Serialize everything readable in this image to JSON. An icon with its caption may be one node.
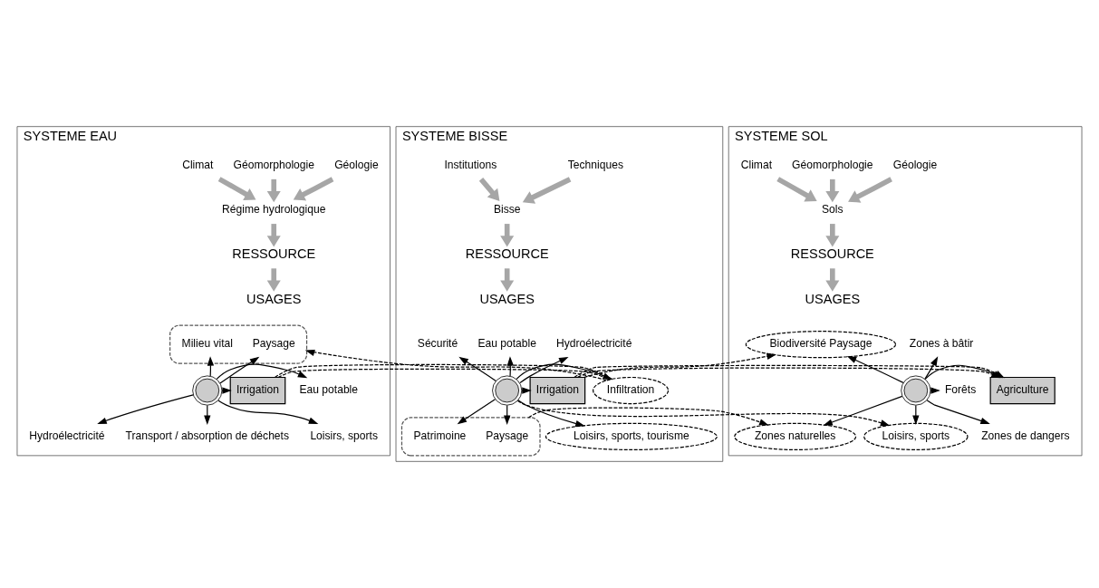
{
  "diagram": {
    "nodes": [
      {
        "text": [
          "SYSTEME EAU"
        ]
      },
      {
        "text": [
          "Climat"
        ],
        "in": 0
      },
      {
        "text": [
          "Géomorphologie"
        ],
        "in": 0
      },
      {
        "text": [
          "Géologie"
        ],
        "in": 0
      },
      {
        "text": [
          "Régime hydrologique"
        ],
        "in": 0
      },
      {
        "text": [
          "RESSOURCE"
        ],
        "in": 0
      },
      {
        "text": [
          "USAGES"
        ],
        "in": 0
      },
      {
        "text": [],
        "shape": "ellipse",
        "in": 0
      },
      {
        "text": [
          "Paysage"
        ],
        "in": 7
      },
      {
        "text": [
          "Milieu vital"
        ],
        "in": 7
      },
      {
        "text": [],
        "shape": "circle",
        "in": 0
      },
      {
        "text": [
          "Eau potable"
        ],
        "in": 0
      },
      {
        "text": [
          "Irrigation"
        ],
        "in": 0
      },
      {
        "text": [
          "Hydroélectricité"
        ],
        "in": 0
      },
      {
        "text": [
          "Transport / absorption de déchets"
        ],
        "in": 0
      },
      {
        "text": [
          "Loisirs, sports"
        ],
        "in": 0
      },
      {
        "text": [
          "SYSTEME BISSE"
        ]
      },
      {
        "text": [
          "Institutions"
        ],
        "in": 16
      },
      {
        "text": [
          "Techniques"
        ],
        "in": 16
      },
      {
        "text": [
          "Bisse"
        ],
        "in": 16
      },
      {
        "text": [
          "RESSOURCE"
        ],
        "in": 16
      },
      {
        "text": [
          "USAGES"
        ],
        "in": 16
      },
      {
        "text": [
          "Sécurité"
        ],
        "in": 16
      },
      {
        "text": [
          "Eau potable"
        ],
        "in": 16
      },
      {
        "text": [
          "Hydroélectricité"
        ],
        "in": 16
      },
      {
        "text": [],
        "shape": "circle",
        "in": 16
      },
      {
        "text": [
          "Infiltration"
        ],
        "in": 16
      },
      {
        "text": [
          "Irrigation"
        ],
        "in": 16
      },
      {
        "text": [],
        "shape": "ellipse",
        "in": 16
      },
      {
        "text": [
          "Paysage"
        ],
        "in": 28
      },
      {
        "text": [
          "Patrimoine"
        ],
        "in": 28
      },
      {
        "text": [
          "Loisirs, sports, tourisme"
        ],
        "in": 16
      },
      {
        "text": [
          "SYSTEME SOL"
        ]
      },
      {
        "text": [
          "Climat"
        ],
        "in": 32
      },
      {
        "text": [
          "Géomorphologie"
        ],
        "in": 32
      },
      {
        "text": [
          "Géologie"
        ],
        "in": 32
      },
      {
        "text": [
          "Sols"
        ],
        "in": 32
      },
      {
        "text": [
          "RESSOURCE"
        ],
        "in": 32
      },
      {
        "text": [
          "USAGES"
        ],
        "in": 32
      },
      {
        "text": [
          "Biodiversité Paysage"
        ],
        "in": 32
      },
      {
        "text": [
          "Zones à bâtir"
        ],
        "in": 32
      },
      {
        "text": [],
        "shape": "circle",
        "in": 32
      },
      {
        "text": [
          "Agriculture"
        ],
        "in": 32
      },
      {
        "text": [
          "Forêts"
        ],
        "in": 32
      },
      {
        "text": [
          "Zones naturelles"
        ],
        "in": 32
      },
      {
        "text": [
          "Loisirs, sports"
        ],
        "in": 32
      },
      {
        "text": [
          "Zones de dangers"
        ],
        "in": 32
      }
    ],
    "edges": [
      {
        "from": 1,
        "to": 4,
        "arrow": "to",
        "style": "thick",
        "color": "#a6a6a6"
      },
      {
        "from": 2,
        "to": 4,
        "arrow": "to",
        "style": "thick",
        "color": "#a6a6a6"
      },
      {
        "from": 3,
        "to": 4,
        "arrow": "to",
        "style": "thick",
        "color": "#a6a6a6"
      },
      {
        "from": 4,
        "to": 5,
        "arrow": "to",
        "style": "thick",
        "color": "#a6a6a6"
      },
      {
        "from": 5,
        "to": 6,
        "arrow": "to",
        "style": "thick",
        "color": "#a6a6a6"
      },
      {
        "from": 10,
        "to": 8,
        "arrow": "to"
      },
      {
        "from": 10,
        "to": 9,
        "arrow": "to"
      },
      {
        "from": 10,
        "to": 11,
        "arrow": "to"
      },
      {
        "from": 10,
        "to": 12,
        "arrow": "to"
      },
      {
        "from": 10,
        "to": 13,
        "arrow": "to"
      },
      {
        "from": 10,
        "to": 14,
        "arrow": "to"
      },
      {
        "from": 10,
        "to": 15,
        "arrow": "to"
      },
      {
        "from": 17,
        "to": 19,
        "arrow": "to",
        "style": "thick",
        "color": "#a6a6a6"
      },
      {
        "from": 18,
        "to": 19,
        "arrow": "to",
        "style": "thick",
        "color": "#a6a6a6"
      },
      {
        "from": 19,
        "to": 20,
        "arrow": "to",
        "style": "thick",
        "color": "#a6a6a6"
      },
      {
        "from": 20,
        "to": 21,
        "arrow": "to",
        "style": "thick",
        "color": "#a6a6a6"
      },
      {
        "from": 25,
        "to": 22,
        "arrow": "to"
      },
      {
        "from": 25,
        "to": 23,
        "arrow": "to"
      },
      {
        "from": 25,
        "to": 24,
        "arrow": "to"
      },
      {
        "from": 25,
        "to": 26,
        "arrow": "to"
      },
      {
        "from": 25,
        "to": 27,
        "arrow": "to"
      },
      {
        "from": 25,
        "to": 29,
        "arrow": "to"
      },
      {
        "from": 25,
        "to": 30,
        "arrow": "to"
      },
      {
        "from": 25,
        "to": 31,
        "arrow": "to"
      },
      {
        "from": 33,
        "to": 36,
        "arrow": "to",
        "style": "thick",
        "color": "#a6a6a6"
      },
      {
        "from": 34,
        "to": 36,
        "arrow": "to",
        "style": "thick",
        "color": "#a6a6a6"
      },
      {
        "from": 35,
        "to": 36,
        "arrow": "to",
        "style": "thick",
        "color": "#a6a6a6"
      },
      {
        "from": 36,
        "to": 37,
        "arrow": "to",
        "style": "thick",
        "color": "#a6a6a6"
      },
      {
        "from": 37,
        "to": 38,
        "arrow": "to",
        "style": "thick",
        "color": "#a6a6a6"
      },
      {
        "from": 41,
        "to": 39,
        "arrow": "to"
      },
      {
        "from": 41,
        "to": 40,
        "arrow": "to"
      },
      {
        "from": 41,
        "to": 42,
        "arrow": "to"
      },
      {
        "from": 41,
        "to": 43,
        "arrow": "to"
      },
      {
        "from": 41,
        "to": 44,
        "arrow": "to"
      },
      {
        "from": 41,
        "to": 45,
        "arrow": "to"
      },
      {
        "from": 41,
        "to": 46,
        "arrow": "to"
      },
      {
        "from": 12,
        "to": 26,
        "arrow": "none",
        "style": "dashed"
      },
      {
        "from": 26,
        "to": 7,
        "arrow": "to",
        "style": "dashed"
      },
      {
        "from": 27,
        "to": 39,
        "arrow": "to",
        "style": "dashed"
      },
      {
        "from": 27,
        "to": 42,
        "arrow": "to",
        "style": "dashed"
      },
      {
        "from": 28,
        "to": 44,
        "arrow": "to",
        "style": "dashed"
      },
      {
        "from": 25,
        "to": 45,
        "arrow": "to",
        "style": "dashed"
      }
    ]
  }
}
